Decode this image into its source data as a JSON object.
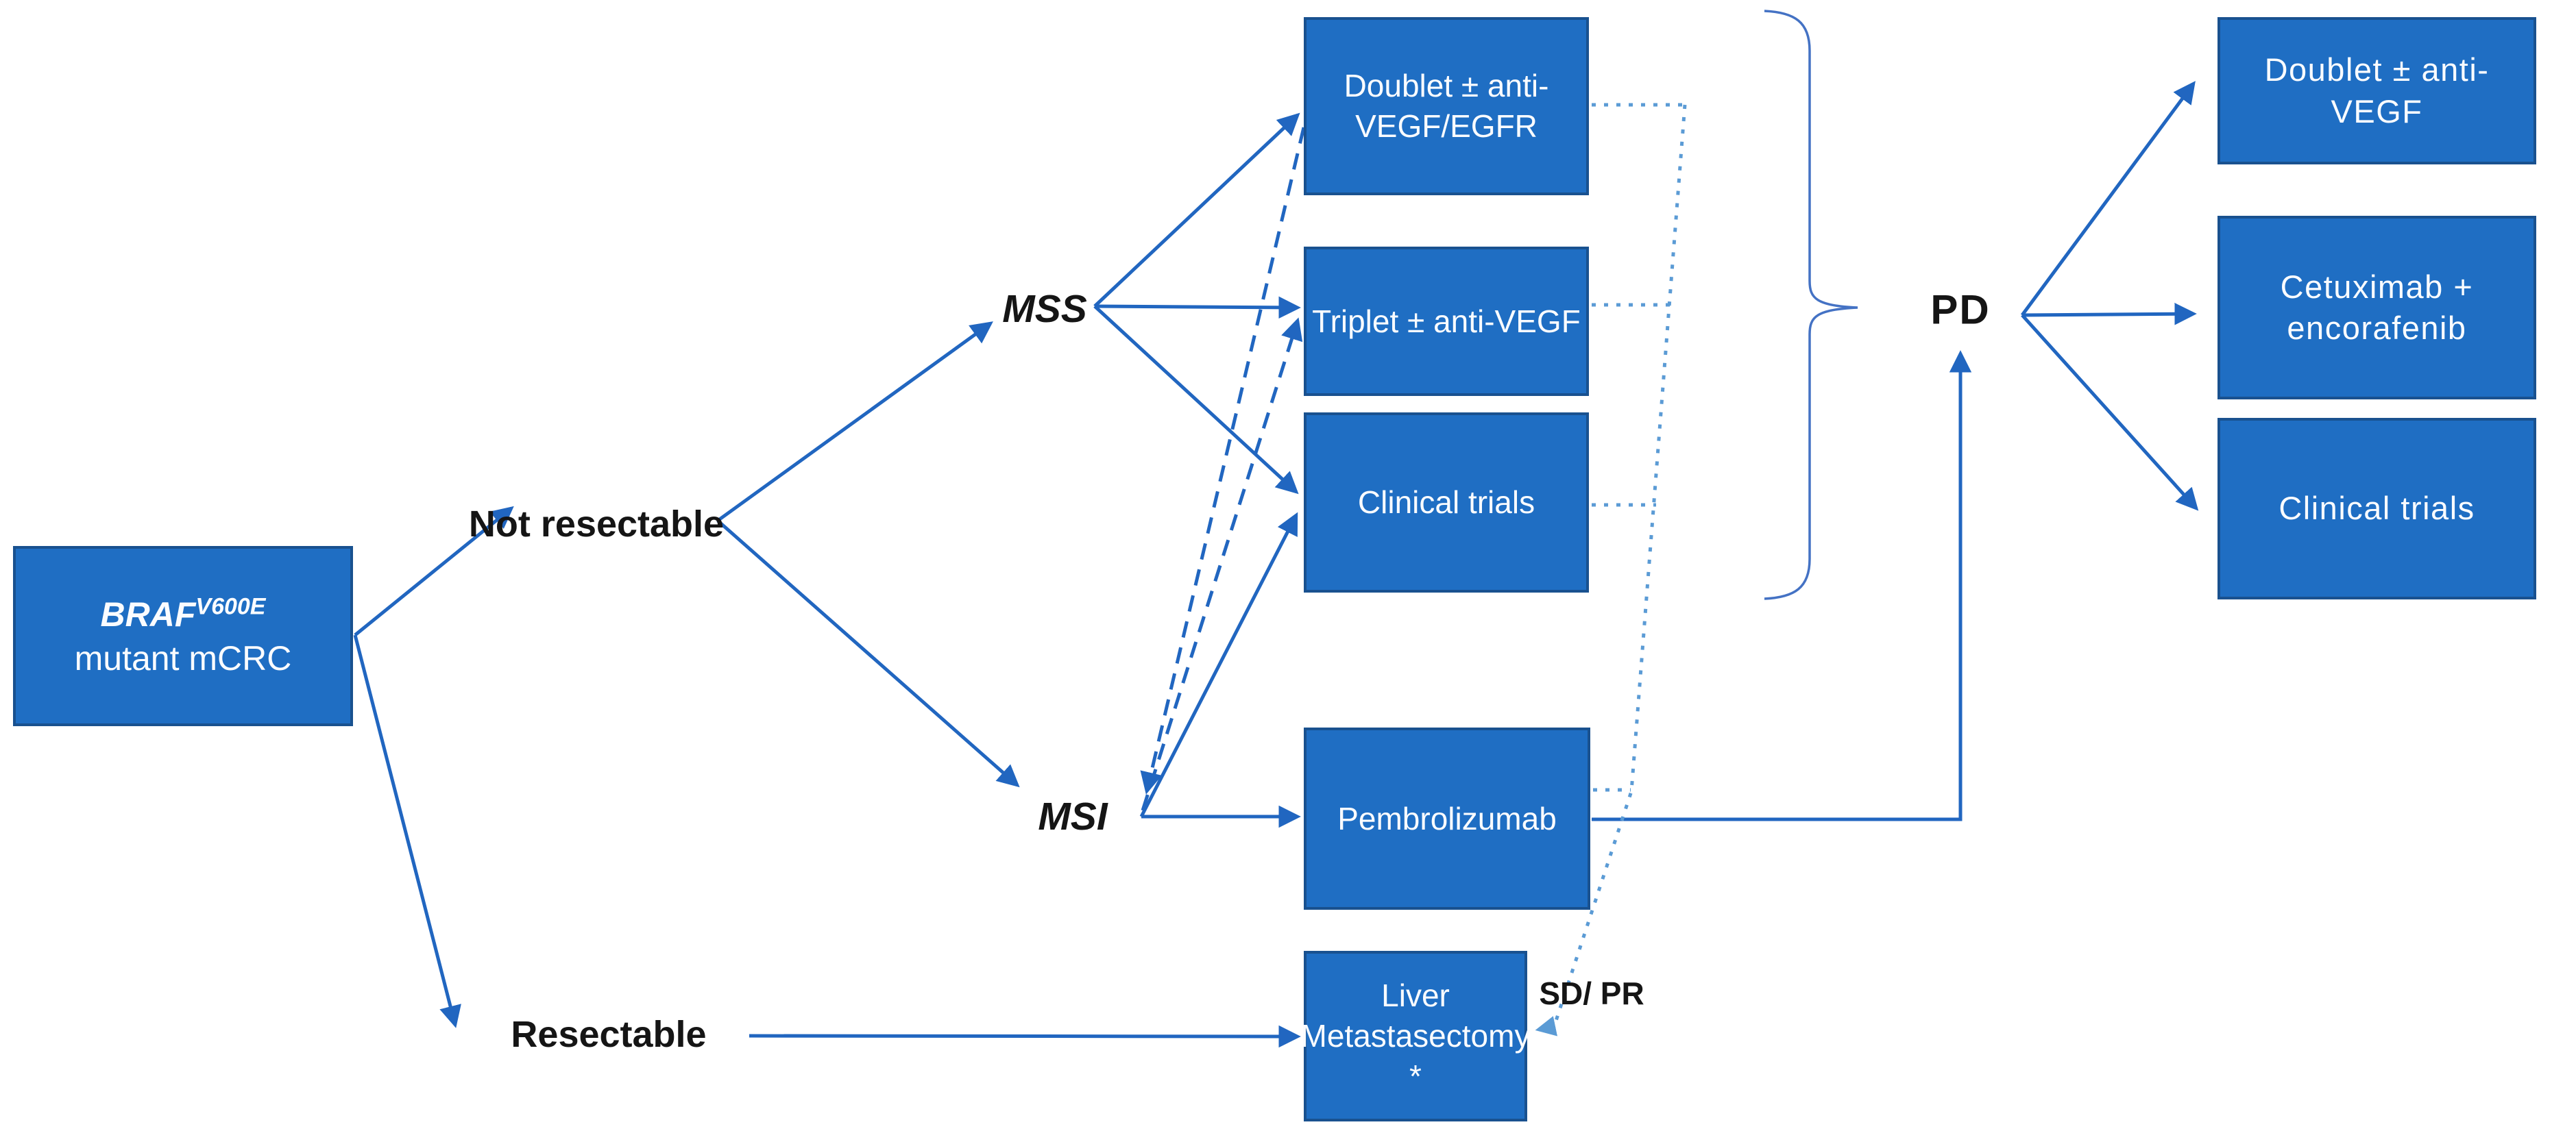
{
  "colors": {
    "box_fill": "#1F6EC3",
    "box_border": "#19518F",
    "box_text": "#FAFCFF",
    "arrow_blue": "#2166C0",
    "dotted_blue": "#5B9BD5",
    "brace_blue": "#4472C4",
    "label_text": "#151515"
  },
  "nodes": {
    "braf": {
      "gene": "BRAF",
      "sup": "V600E",
      "line2": "mutant mCRC"
    },
    "doublet_mss": {
      "line1": "Doublet ± anti-",
      "line2": "VEGF/EGFR"
    },
    "triplet_mss": {
      "line1": "Triplet ± anti-VEGF"
    },
    "clinical_mss": {
      "line1": "Clinical trials"
    },
    "pembrolizumab": {
      "line1": "Pembrolizumab"
    },
    "liver": {
      "line1": "Liver",
      "line2": "Metastasectomy *"
    },
    "doublet_pd": {
      "line1": "Doublet ± anti-",
      "line2": "VEGF"
    },
    "cetuximab_pd": {
      "line1": "Cetuximab +",
      "line2": "encorafenib"
    },
    "clinical_pd": {
      "line1": "Clinical trials"
    }
  },
  "labels": {
    "not_resectable_line1": "Not",
    "not_resectable_line2": "resectable",
    "resectable": "Resectable",
    "mss": "MSS",
    "msi": "MSI",
    "pd": "PD",
    "sd_line1": "SD/",
    "sd_line2": "PR"
  }
}
